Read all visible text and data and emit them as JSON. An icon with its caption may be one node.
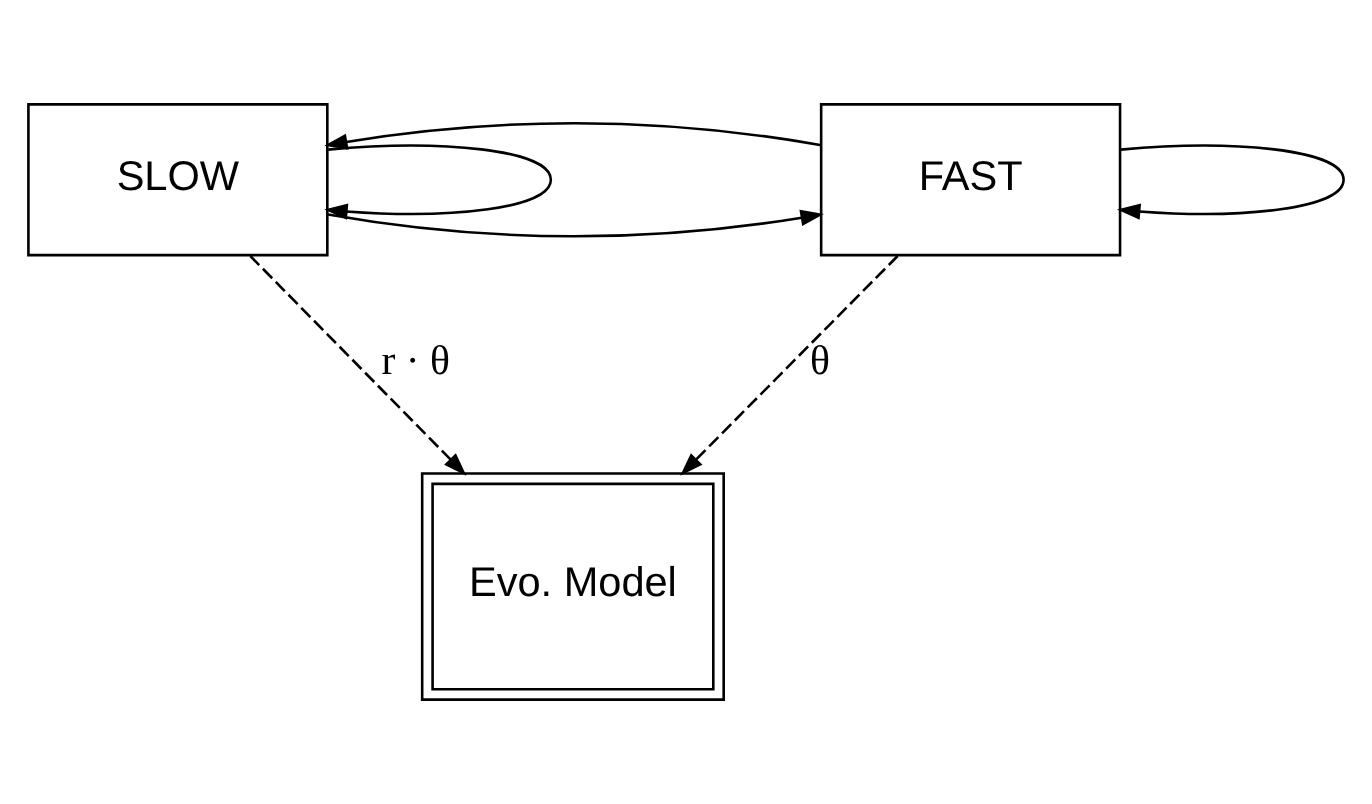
{
  "diagram": {
    "nodes": [
      {
        "text": [
          "SLOW"
        ]
      },
      {
        "text": [
          "FAST"
        ]
      },
      {
        "text": [
          "Evo. Model"
        ]
      }
    ],
    "edges": [
      {
        "from": 0,
        "to": 0,
        "arrow": "to"
      },
      {
        "from": 0,
        "to": 1,
        "arrow": "to"
      },
      {
        "from": 1,
        "to": 0,
        "arrow": "to"
      },
      {
        "from": 1,
        "to": 1,
        "arrow": "to"
      },
      {
        "from": 0,
        "to": 2,
        "arrow": "to",
        "style": "dashed",
        "label": "r · θ"
      },
      {
        "from": 1,
        "to": 2,
        "arrow": "to",
        "style": "dashed",
        "label": "θ"
      }
    ]
  }
}
